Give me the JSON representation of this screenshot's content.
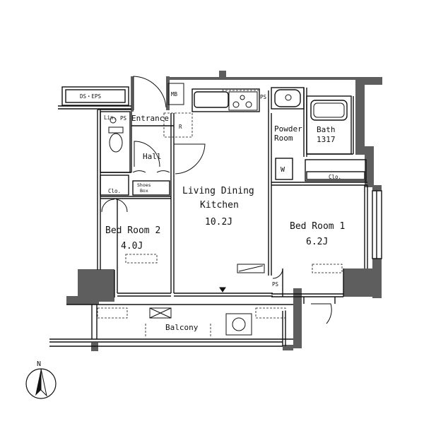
{
  "labels": {
    "ds_eps": "DS・EPS",
    "mb": "MB",
    "ps_1": "PS",
    "ps_2": "PS",
    "ps_3": "PS",
    "lin": "Lin.",
    "entrance": "Entrance",
    "r": "R",
    "hall": "Hall",
    "shoes_box_1": "Shoes",
    "shoes_box_2": "Box",
    "clo_1": "Clo.",
    "clo_2": "Clo.",
    "powder_room_1": "Powder",
    "powder_room_2": "Room",
    "bath": "Bath",
    "bath_size": "1317",
    "w": "W",
    "ldk_1": "Living Dining",
    "ldk_2": "Kitchen",
    "ldk_size": "10.2J",
    "bed1": "Bed Room 1",
    "bed1_size": "6.2J",
    "bed2": "Bed Room 2",
    "bed2_size": "4.0J",
    "balcony": "Balcony",
    "north": "N"
  },
  "colors": {
    "wall": "#5e5e5e",
    "line": "#111111",
    "background": "#ffffff"
  }
}
